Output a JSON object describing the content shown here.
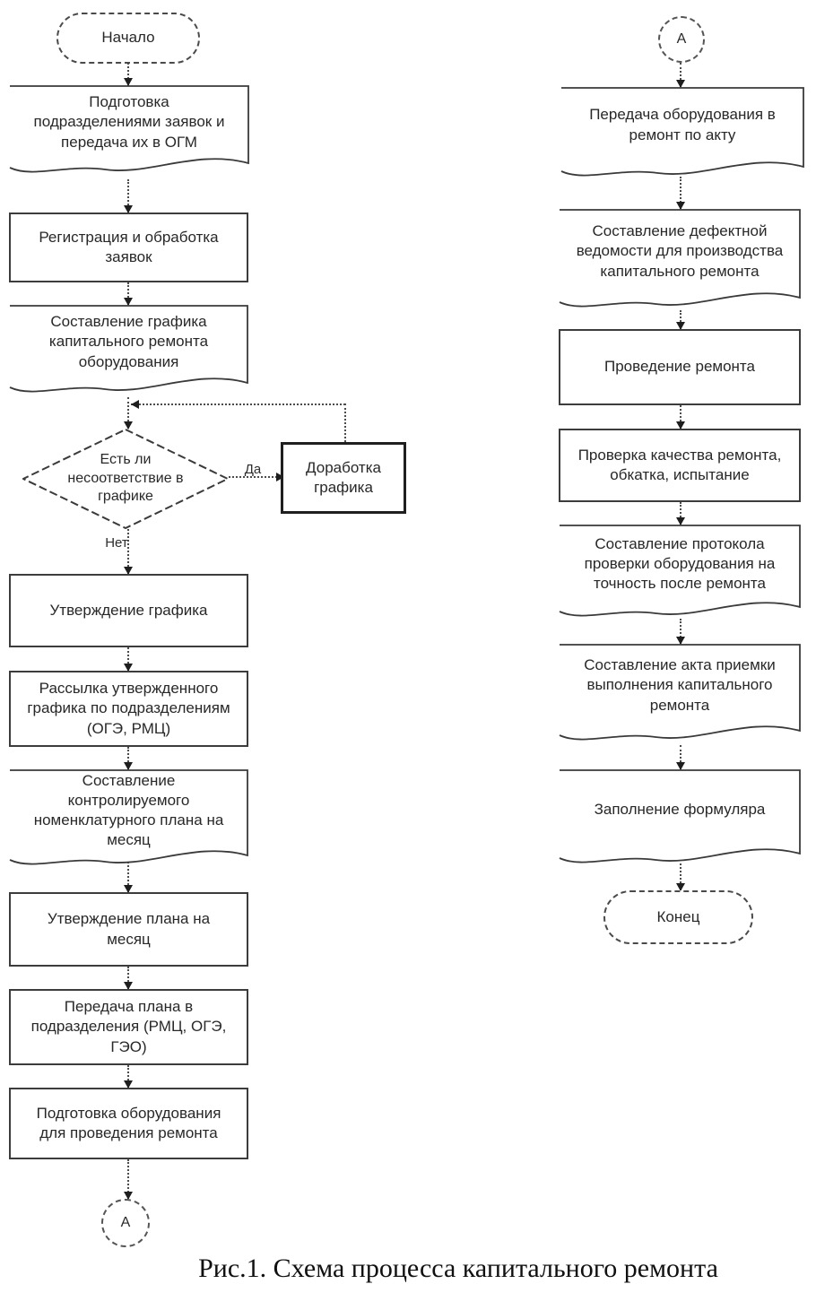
{
  "caption": "Рис.1. Схема процесса капитального ремонта",
  "edge_labels": {
    "yes": "Да",
    "no": "Нет"
  },
  "nodes": {
    "start": {
      "label": "Начало",
      "type": "terminator"
    },
    "prep_requests": {
      "label": "Подготовка\nподразделениями заявок и\nпередача их в ОГМ",
      "type": "document"
    },
    "register": {
      "label": "Регистрация и обработка\nзаявок",
      "type": "process"
    },
    "schedule": {
      "label": "Составление графика\nкапитального ремонта\nоборудования",
      "type": "document"
    },
    "decision": {
      "label": "Есть  ли\nнесоответствие в\nграфике",
      "type": "decision"
    },
    "rework": {
      "label": "Доработка\nграфика",
      "type": "process"
    },
    "approve_schedule": {
      "label": "Утверждение графика",
      "type": "process"
    },
    "distribute": {
      "label": "Рассылка утвержденного\nграфика по подразделениям\n(ОГЭ, РМЦ)",
      "type": "process"
    },
    "month_plan": {
      "label": "Составление\nконтролируемого\nноменклатурного плана на\nмесяц",
      "type": "document"
    },
    "approve_plan": {
      "label": "Утверждение плана на\nмесяц",
      "type": "process"
    },
    "transfer_plan": {
      "label": "Передача плана в\nподразделения (РМЦ, ОГЭ,\nГЭО)",
      "type": "process"
    },
    "prepare_equipment": {
      "label": "Подготовка оборудования\nдля проведения ремонта",
      "type": "process"
    },
    "connector_a_left": {
      "label": "А",
      "type": "connector"
    },
    "connector_a_right": {
      "label": "А",
      "type": "connector"
    },
    "transfer_to_repair": {
      "label": "Передача оборудования в\nремонт по акту",
      "type": "document"
    },
    "defect_sheet": {
      "label": "Составление дефектной\nведомости для производства\nкапитального ремонта",
      "type": "document"
    },
    "repair": {
      "label": "Проведение ремонта",
      "type": "process"
    },
    "quality_check": {
      "label": "Проверка качества ремонта,\nобкатка, испытание",
      "type": "process"
    },
    "accuracy_protocol": {
      "label": "Составление протокола\nпроверки оборудования на\nточность после ремонта",
      "type": "document"
    },
    "acceptance_act": {
      "label": "Составление акта приемки\nвыполнения капитального\nремонта",
      "type": "document"
    },
    "fill_form": {
      "label": "Заполнение формуляра",
      "type": "document"
    },
    "end": {
      "label": "Конец",
      "type": "terminator"
    }
  }
}
